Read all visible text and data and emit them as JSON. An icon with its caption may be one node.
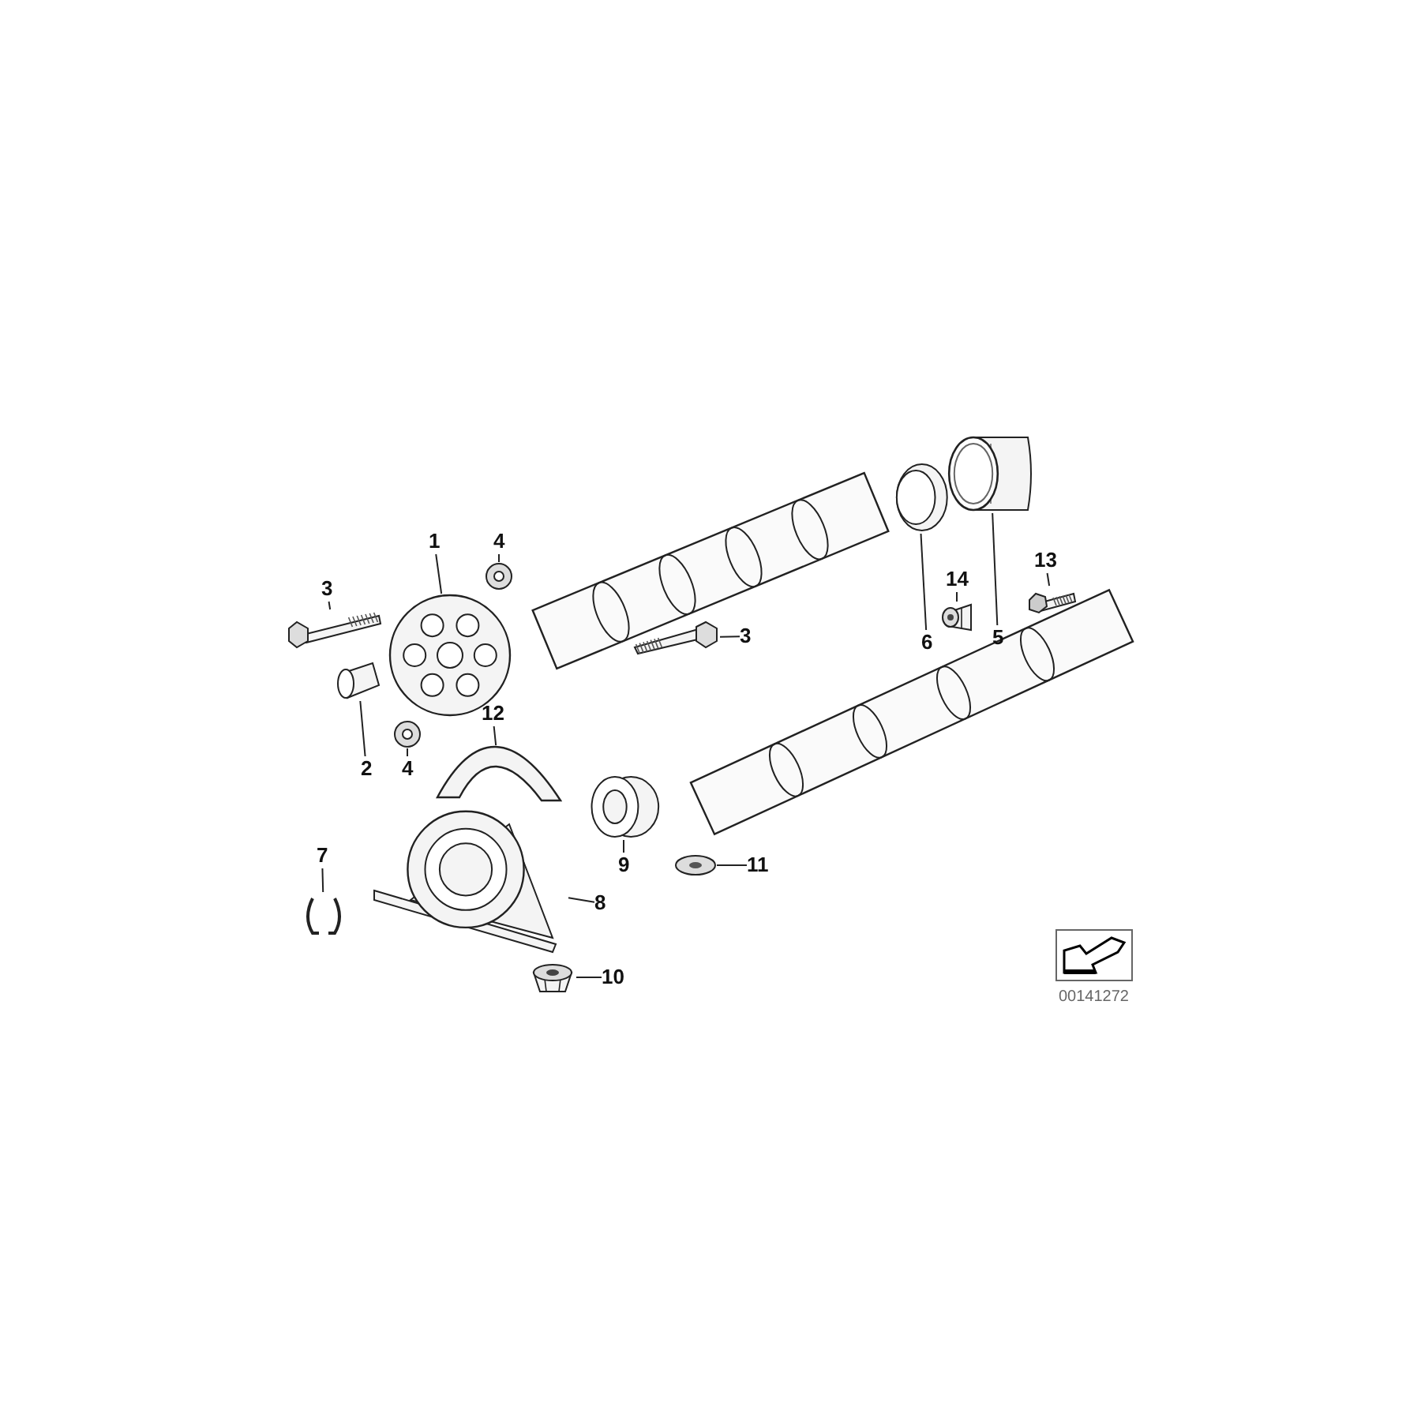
{
  "diagram": {
    "nodes": [
      {
        "text": [
          "1"
        ]
      },
      {
        "text": [],
        "shape": "picture"
      },
      {
        "text": [
          "4"
        ]
      },
      {
        "text": [],
        "shape": "picture"
      },
      {
        "text": [
          "3"
        ]
      },
      {
        "text": [],
        "shape": "picture"
      },
      {
        "text": [
          "2"
        ]
      },
      {
        "text": [],
        "shape": "picture"
      },
      {
        "text": [
          "4"
        ]
      },
      {
        "text": [],
        "shape": "picture"
      },
      {
        "text": [
          "3"
        ]
      },
      {
        "text": [],
        "shape": "picture"
      },
      {
        "text": [
          "12"
        ]
      },
      {
        "text": [],
        "shape": "picture"
      },
      {
        "text": [
          "9"
        ]
      },
      {
        "text": [],
        "shape": "picture"
      },
      {
        "text": [
          "8"
        ]
      },
      {
        "text": [],
        "shape": "picture"
      },
      {
        "text": [
          "11"
        ]
      },
      {
        "text": [],
        "shape": "picture"
      },
      {
        "text": [
          "7"
        ]
      },
      {
        "text": [],
        "shape": "picture"
      },
      {
        "text": [
          "10"
        ]
      },
      {
        "text": [],
        "shape": "picture"
      },
      {
        "text": [
          "6"
        ]
      },
      {
        "text": [],
        "shape": "picture"
      },
      {
        "text": [
          "5"
        ]
      },
      {
        "text": [],
        "shape": "picture"
      },
      {
        "text": [
          "14"
        ]
      },
      {
        "text": [],
        "shape": "picture"
      },
      {
        "text": [
          "13"
        ]
      },
      {
        "text": [],
        "shape": "picture"
      }
    ],
    "edges": [
      {
        "from": 0,
        "to": 1,
        "arrow": "none"
      },
      {
        "from": 2,
        "to": 3,
        "arrow": "none"
      },
      {
        "from": 4,
        "to": 5,
        "arrow": "none"
      },
      {
        "from": 6,
        "to": 7,
        "arrow": "none"
      },
      {
        "from": 8,
        "to": 9,
        "arrow": "none"
      },
      {
        "from": 10,
        "to": 11,
        "arrow": "none"
      },
      {
        "from": 12,
        "to": 13,
        "arrow": "none"
      },
      {
        "from": 14,
        "to": 15,
        "arrow": "none"
      },
      {
        "from": 16,
        "to": 17,
        "arrow": "none"
      },
      {
        "from": 18,
        "to": 19,
        "arrow": "none"
      },
      {
        "from": 20,
        "to": 21,
        "arrow": "none"
      },
      {
        "from": 22,
        "to": 23,
        "arrow": "none"
      },
      {
        "from": 24,
        "to": 25,
        "arrow": "none"
      },
      {
        "from": 26,
        "to": 27,
        "arrow": "none"
      },
      {
        "from": 28,
        "to": 29,
        "arrow": "none"
      },
      {
        "from": 30,
        "to": 31,
        "arrow": "none"
      }
    ],
    "labels": [
      "00141272"
    ]
  }
}
